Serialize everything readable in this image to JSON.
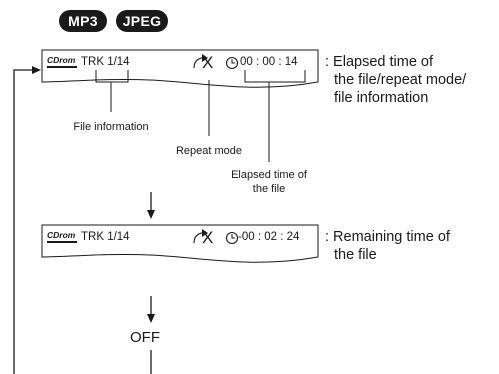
{
  "badges": [
    "MP3",
    "JPEG"
  ],
  "display1": {
    "cd_logo": "CDrom",
    "track": "TRK  1/14",
    "repeat_symbol": "X",
    "time": "00 : 00 : 14"
  },
  "display2": {
    "cd_logo": "CDrom",
    "track": "TRK  1/14",
    "repeat_symbol": "X",
    "time": "-00 : 02 : 24"
  },
  "labels": {
    "file_information": "File information",
    "repeat_mode": "Repeat mode",
    "elapsed_line1": "Elapsed time of",
    "elapsed_line2": "the file"
  },
  "descriptions": {
    "desc1": [
      ": Elapsed time of",
      "the file/repeat mode/",
      "file information"
    ],
    "desc2": [
      ": Remaining time of",
      "the file"
    ]
  },
  "off_label": "OFF"
}
